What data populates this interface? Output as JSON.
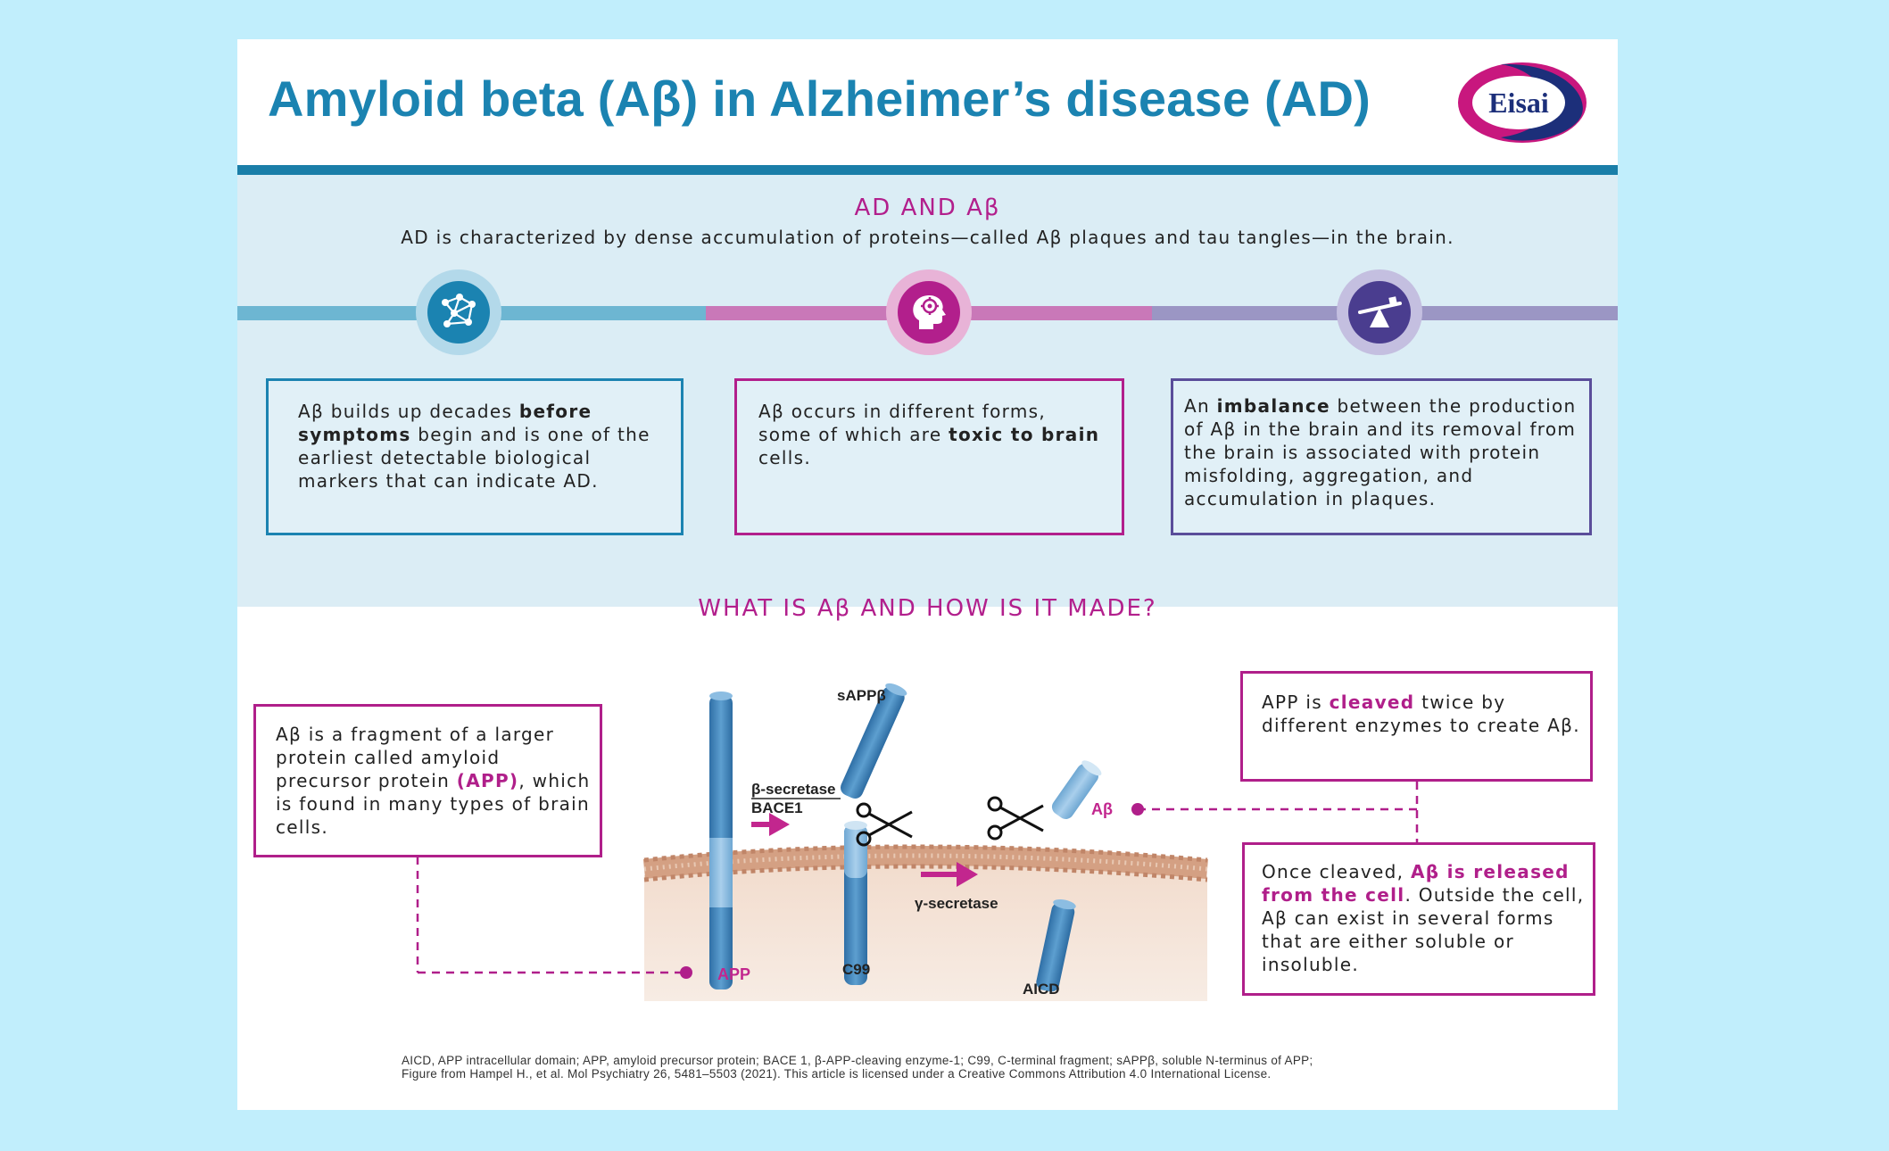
{
  "header": {
    "title": "Amyloid beta (Aβ) in Alzheimer’s disease (AD)",
    "logo_text": "Eisai"
  },
  "section1": {
    "heading": "AD AND Aβ",
    "intro": "AD is characterized by dense accumulation of proteins—called Aβ plaques and tau tangles—in the brain.",
    "icons": [
      "network-icon",
      "head-gear-icon",
      "seesaw-balance-icon"
    ],
    "colors": {
      "blue": "#1b83b1",
      "magenta": "#b21f8c",
      "purple": "#4a3d8f"
    },
    "box1": {
      "p1": "Aβ builds up decades ",
      "b1": "before symptoms",
      "p2": " begin and is one of the earliest detectable biological markers that can indicate AD."
    },
    "box2": {
      "p1": "Aβ occurs in different forms, some of which are ",
      "b1": "toxic to brain",
      "p2": " cells."
    },
    "box3": {
      "p1": "An ",
      "b1": "imbalance",
      "p2": " between the production of Aβ in the brain and its removal from the brain is associated with protein misfolding, aggregation, and accumulation in plaques."
    }
  },
  "section2": {
    "heading": "WHAT IS Aβ AND HOW IS IT MADE?",
    "left_box": {
      "p1": "Aβ is a fragment of a larger protein called amyloid precursor protein ",
      "hl": "(APP)",
      "p2": ", which is found in many types of brain cells."
    },
    "right_top_box": {
      "p1": "APP is ",
      "hl": "cleaved",
      "p2": " twice by different enzymes to create Aβ."
    },
    "right_bottom_box": {
      "p1": "Once cleaved, ",
      "hl": "Aβ is released from the cell",
      "p2": ". Outside the cell, Aβ can exist in several forms that are either soluble or insoluble."
    }
  },
  "diagram": {
    "sappb": "sAPPβ",
    "beta_secretase": "β-secretase",
    "bace1": "BACE1",
    "gamma_secretase": "γ-secretase",
    "ab": "Aβ",
    "app": "APP",
    "c99": "C99",
    "aicd": "AICD"
  },
  "footnote": {
    "line1": "AICD, APP intracellular domain; APP, amyloid precursor protein; BACE 1, β-APP-cleaving enzyme-1; C99, C-terminal fragment; sAPPβ, soluble N-terminus of APP;",
    "line2": "Figure from Hampel H., et al. Mol Psychiatry 26, 5481–5503 (2021). This article is licensed under a Creative Commons Attribution 4.0 International License."
  }
}
